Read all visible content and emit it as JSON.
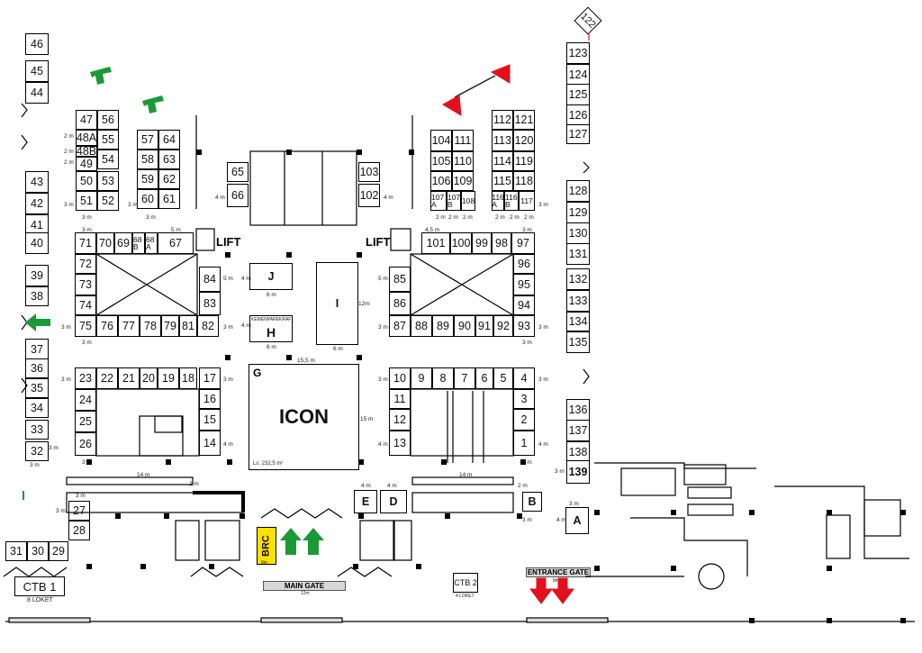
{
  "booths": [
    "46",
    "45",
    "44",
    "43",
    "42",
    "41",
    "40",
    "39",
    "38",
    "37",
    "36",
    "35",
    "34",
    "33",
    "32",
    "47",
    "56",
    "48A",
    "55",
    "48B",
    "54",
    "49",
    "50",
    "53",
    "51",
    "52",
    "57",
    "64",
    "58",
    "63",
    "59",
    "62",
    "60",
    "61",
    "65",
    "66",
    "103",
    "102",
    "104",
    "111",
    "105",
    "110",
    "106",
    "109",
    "107 A",
    "107 B",
    "108",
    "112",
    "121",
    "113",
    "120",
    "114",
    "119",
    "115",
    "118",
    "116 A",
    "116 B",
    "117",
    "122",
    "123",
    "124",
    "125",
    "126",
    "127",
    "128",
    "129",
    "130",
    "131",
    "132",
    "133",
    "134",
    "135",
    "136",
    "137",
    "138",
    "139",
    "71",
    "70",
    "69",
    "68 B",
    "68 A",
    "67",
    "72",
    "73",
    "74",
    "75",
    "76",
    "77",
    "78",
    "79",
    "81",
    "82",
    "84",
    "83",
    "85",
    "86",
    "87",
    "88",
    "89",
    "90",
    "91",
    "92",
    "93",
    "101",
    "100",
    "99",
    "98",
    "97",
    "96",
    "95",
    "94",
    "23",
    "22",
    "21",
    "20",
    "19",
    "18",
    "17",
    "24",
    "25",
    "26",
    "16",
    "15",
    "14",
    "10",
    "9",
    "8",
    "7",
    "6",
    "5",
    "4",
    "11",
    "12",
    "13",
    "3",
    "2",
    "1",
    "27",
    "28",
    "31",
    "30",
    "29"
  ],
  "areas": {
    "j": "J",
    "i": "I",
    "h": "H",
    "h_caption": "KEMENPAREKRAF",
    "g": "G",
    "icon": "ICON",
    "icon_area": "Ls. 232,5 m²",
    "e": "E",
    "d": "D",
    "b": "B",
    "a": "A",
    "brc": "BRC",
    "brc_size": "8m"
  },
  "lift": "LIFT",
  "gates": {
    "main": "MAIN GATE",
    "main_width": "12m",
    "entrance": "ENTRANCE GATE",
    "entrance_width": "8m"
  },
  "ctb": {
    "ctb1": "CTB 1",
    "ctb1_sub": "8 LOKET",
    "ctb2": "CTB 2",
    "ctb2_sub": "4 LOKET"
  },
  "dims": {
    "m2": "2 m",
    "m3": "3 m",
    "m4": "4 m",
    "m5": "5 m",
    "m45": "4,5 m",
    "m6": "6 m",
    "m12": "12m",
    "m14": "14 m",
    "m155": "15,5 m",
    "m15": "15 m"
  },
  "colors": {
    "green": "#1a9a36",
    "red": "#e2101b",
    "brc": "#ffe100",
    "gate": "#d8d8d8"
  }
}
